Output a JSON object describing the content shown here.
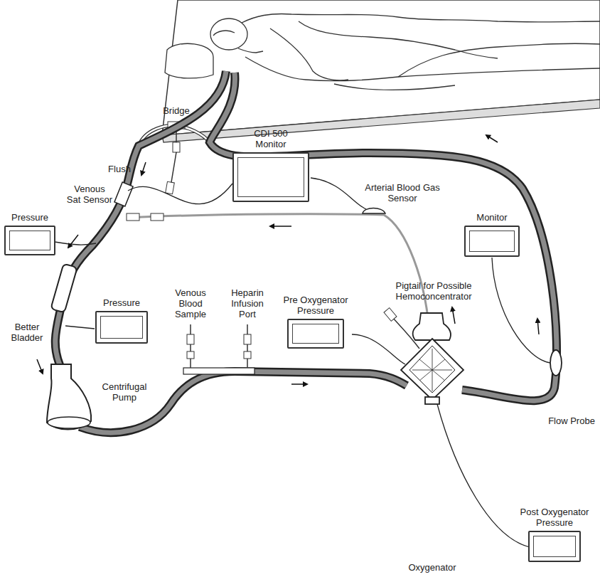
{
  "diagram": {
    "nodes": [
      {
        "text": [
          "CDI 500 Monitor"
        ]
      },
      {
        "text": [
          "Pressure"
        ]
      },
      {
        "text": [
          "Monitor"
        ]
      },
      {
        "text": [
          "Pressure"
        ]
      },
      {
        "text": [
          "Pre Oxygenator Pressure"
        ]
      },
      {
        "text": [
          "Post Oxygenator Pressure"
        ]
      }
    ],
    "labels": [
      "Bridge",
      "Flush",
      "Venous Sat Sensor",
      "Arterial Blood Gas Sensor",
      "Better Bladder",
      "Venous Blood Sample",
      "Heparin Infusion Port",
      "Pigtail for Possible Hemoconcentrator",
      "Flow Probe",
      "Centrifugal Pump",
      "Oxygenator"
    ]
  }
}
